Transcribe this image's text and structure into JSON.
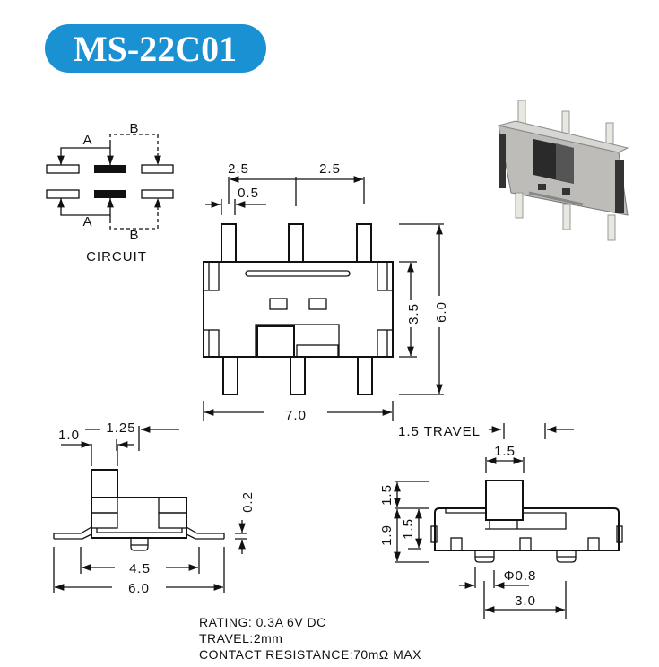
{
  "title": "MS-22C01",
  "colors": {
    "title_bg": "#1991d2",
    "title_text": "#ffffff",
    "line": "#111111"
  },
  "circuit": {
    "label": "CIRCUIT",
    "a": "A",
    "b": "B"
  },
  "top_view": {
    "pitch1": "2.5",
    "pitch2": "2.5",
    "pin_width": "0.5",
    "height_body": "3.5",
    "height_total": "6.0",
    "width": "7.0"
  },
  "side_view": {
    "d1": "1.0",
    "d2": "1.25",
    "thickness": "0.2",
    "inner_width": "4.5",
    "outer_width": "6.0"
  },
  "front_view": {
    "travel": "1.5 TRAVEL",
    "slider_width": "1.5",
    "slider_height": "1.5",
    "body_height": "1.9",
    "inner_height": "1.5",
    "post_dia": "Φ0.8",
    "post_pitch": "3.0"
  },
  "specs": [
    "RATING: 0.3A 6V DC",
    "TRAVEL:2mm",
    "CONTACT RESISTANCE:70mΩ  MAX"
  ]
}
